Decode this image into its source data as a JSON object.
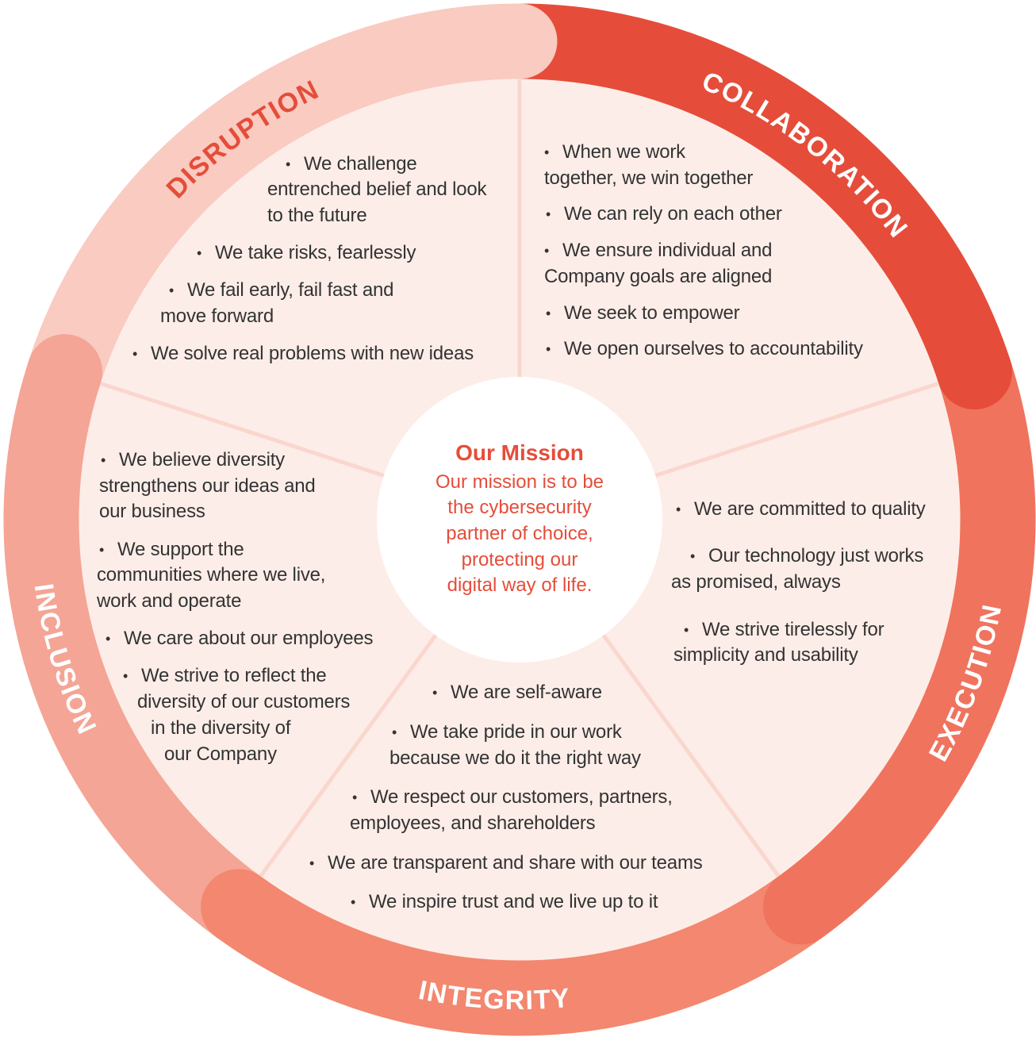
{
  "colors": {
    "inner_fill": "#FDEDE8",
    "divider": "#FAD7CE",
    "center_fill": "#FFFFFF",
    "text": "#333333",
    "accent": "#E54D3A"
  },
  "mission": {
    "title": "Our Mission",
    "lines": [
      "Our mission is to be",
      "the cybersecurity",
      "partner of choice,",
      "protecting our",
      "digital way of life."
    ]
  },
  "segments": [
    {
      "title": "COLLABORATION",
      "color": "#E54D3A",
      "label_color": "#FFFFFF",
      "values": [
        [
          "When we work",
          "together, we win together"
        ],
        [
          "We can rely on each other"
        ],
        [
          "We ensure individual and",
          "Company goals are aligned"
        ],
        [
          "We seek to empower"
        ],
        [
          "We open ourselves to accountability"
        ]
      ]
    },
    {
      "title": "EXECUTION",
      "color": "#F0735E",
      "label_color": "#FFFFFF",
      "values": [
        [
          "We are committed to quality"
        ],
        [
          "Our technology just works",
          "as promised, always"
        ],
        [
          "We strive tirelessly for",
          "simplicity and usability"
        ]
      ]
    },
    {
      "title": "INTEGRITY",
      "color": "#F3876F",
      "label_color": "#FFFFFF",
      "values": [
        [
          "We are self-aware"
        ],
        [
          "We take pride in our work",
          "because we do it the right way"
        ],
        [
          "We respect our customers, partners,",
          "employees, and shareholders"
        ],
        [
          "We are transparent and share with our teams"
        ],
        [
          "We inspire trust and we live up to it"
        ]
      ]
    },
    {
      "title": "INCLUSION",
      "color": "#F4A595",
      "label_color": "#FFFFFF",
      "values": [
        [
          "We believe diversity",
          "strengthens our ideas and",
          "our business"
        ],
        [
          "We support the",
          "communities where we live,",
          "work and operate"
        ],
        [
          "We care about our employees"
        ],
        [
          "We strive to reflect the",
          "diversity of our customers",
          "in  the diversity of",
          "our Company"
        ]
      ]
    },
    {
      "title": "DISRUPTION",
      "color": "#F9CBC1",
      "label_color": "#E54D3A",
      "values": [
        [
          "We challenge",
          "entrenched belief and look",
          "to the future"
        ],
        [
          "We take risks, fearlessly"
        ],
        [
          "We fail early, fail fast and",
          "move forward"
        ],
        [
          "We solve real problems with new ideas"
        ]
      ]
    }
  ]
}
